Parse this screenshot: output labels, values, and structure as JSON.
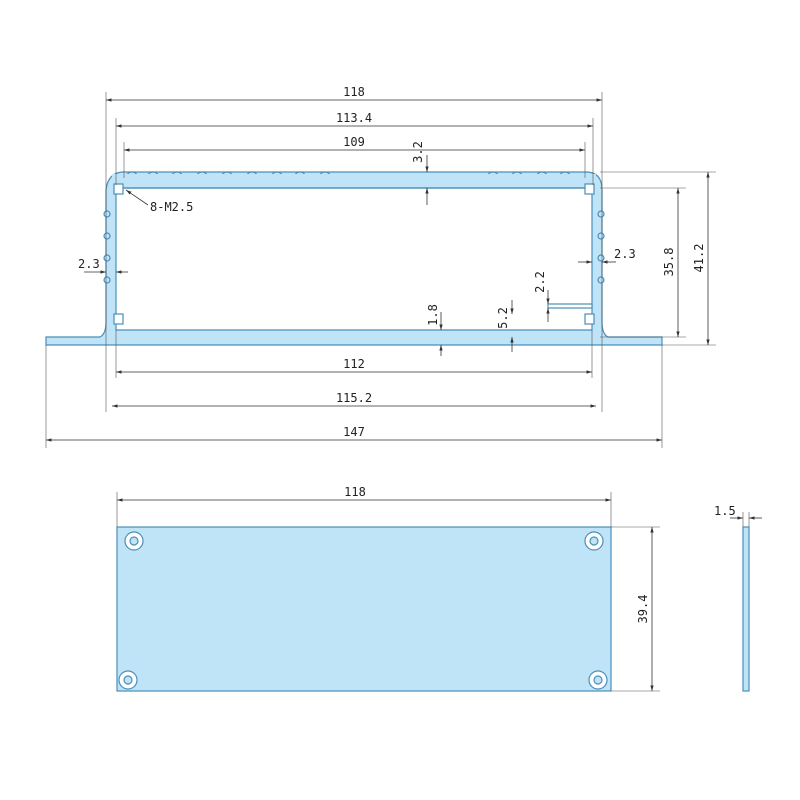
{
  "colors": {
    "part_fill": "#bfe3f7",
    "part_stroke": "#4a8fb8",
    "dimension": "#333333",
    "background": "#ffffff"
  },
  "profile_view": {
    "dims": {
      "overall_width": "118",
      "inner_width_a": "113.4",
      "inner_width_b": "109",
      "fin_height": "3.2",
      "thread_callout": "8-M2.5",
      "left_wall": "2.3",
      "right_wall": "2.3",
      "inner_height": "35.8",
      "overall_height": "41.2",
      "slot_height": "2.2",
      "base_thickness": "1.8",
      "flange_offset": "5.2",
      "base_width_a": "112",
      "base_width_b": "115.2",
      "flange_width": "147"
    }
  },
  "end_plate_view": {
    "dims": {
      "width": "118",
      "height": "39.4"
    }
  },
  "side_view": {
    "dims": {
      "thickness": "1.5"
    }
  }
}
